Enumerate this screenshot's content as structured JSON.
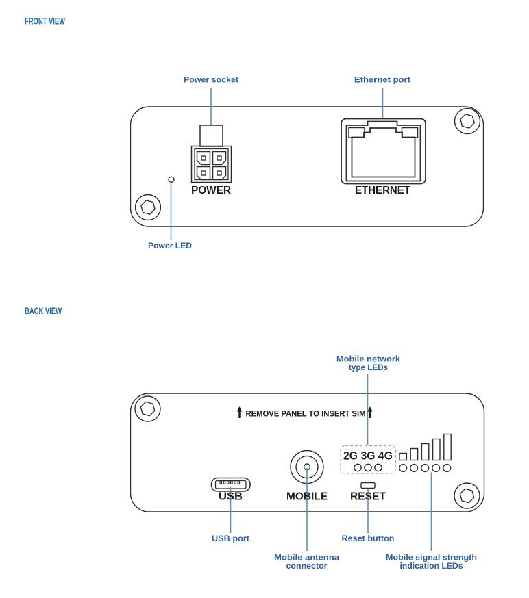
{
  "colors": {
    "heading_blue": "#1669b4",
    "callout_blue": "#2a5ea7",
    "line_blue": "#5b8ec5",
    "outline_dark": "#2d2d2d",
    "label_black": "#1c1c1c",
    "dashed_gray": "#a8a8a8"
  },
  "front_view": {
    "heading": "FRONT VIEW",
    "callouts": {
      "power_socket": "Power socket",
      "ethernet_port": "Ethernet port",
      "power_led": "Power LED"
    },
    "port_labels": {
      "power": "POWER",
      "ethernet": "ETHERNET"
    }
  },
  "back_view": {
    "heading": "BACK VIEW",
    "sim_notice": "REMOVE PANEL TO INSERT SIM",
    "network_types": "2G 3G 4G",
    "port_labels": {
      "usb": "USB",
      "mobile": "MOBILE",
      "reset": "RESET"
    },
    "callouts": {
      "mobile_network_l1": "Mobile network",
      "mobile_network_l2": "type LEDs",
      "usb_port": "USB port",
      "mobile_antenna_l1": "Mobile antenna",
      "mobile_antenna_l2": "connector",
      "reset_button": "Reset button",
      "signal_l1": "Mobile signal strength",
      "signal_l2": "indication LEDs"
    }
  }
}
